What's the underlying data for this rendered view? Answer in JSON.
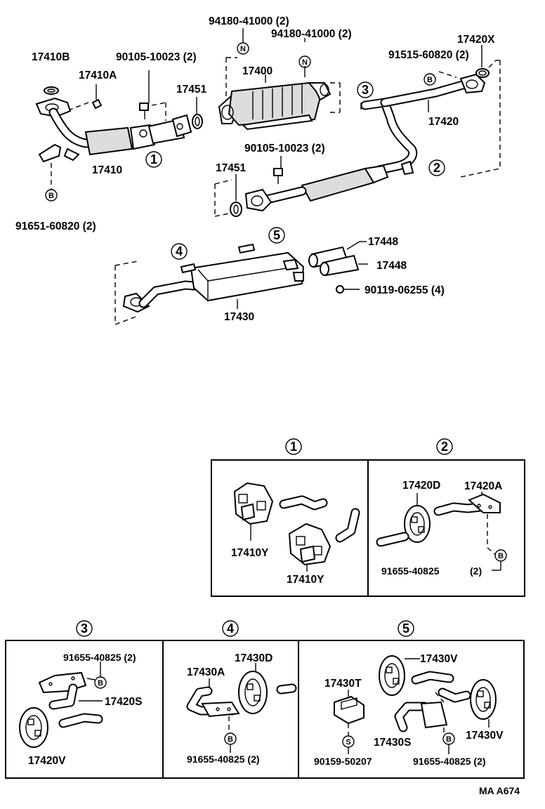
{
  "labels": {
    "p17410B": "17410B",
    "p17410A": "17410A",
    "p90105_top": "90105-10023 (2)",
    "p94180_a": "94180-41000 (2)",
    "p94180_b": "94180-41000 (2)",
    "p17420X": "17420X",
    "p91515": "91515-60820 (2)",
    "p17400": "17400",
    "p17451_top": "17451",
    "p17420": "17420",
    "p17410": "17410",
    "p91651": "91651-60820 (2)",
    "p90105_mid": "90105-10023 (2)",
    "p17451_mid": "17451",
    "p17448_a": "17448",
    "p17448_b": "17448",
    "p90119": "90119-06255 (4)",
    "p17430": "17430",
    "p17410Y_a": "17410Y",
    "p17410Y_b": "17410Y",
    "p17420D": "17420D",
    "p17420A": "17420A",
    "p91655_2": "91655-40825",
    "p91655_2_qty": "(2)",
    "p91655_3": "91655-40825 (2)",
    "p17420S": "17420S",
    "p17420V": "17420V",
    "p17430A": "17430A",
    "p17430D": "17430D",
    "p91655_4": "91655-40825 (2)",
    "p17430V_a": "17430V",
    "p17430T": "17430T",
    "p17430S": "17430S",
    "p17430V_b": "17430V",
    "p90159": "90159-50207",
    "p91655_5": "91655-40825 (2)"
  },
  "callouts": {
    "c1": "1",
    "c2": "2",
    "c3": "3",
    "c4": "4",
    "c5": "5"
  },
  "badges": {
    "N": "N",
    "B": "B",
    "S": "S"
  },
  "footer_code": "MA A674"
}
